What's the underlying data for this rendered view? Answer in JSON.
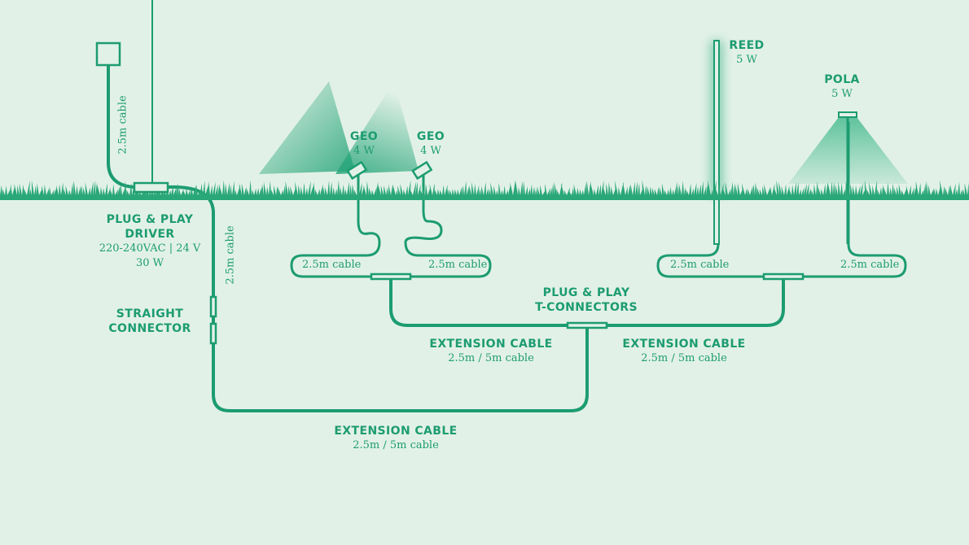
{
  "colors": {
    "background": "#e2f1e8",
    "line": "#1c9c71",
    "grass": "#29a778",
    "light_beam": "#5fc49c"
  },
  "driver": {
    "title_line1": "PLUG & PLAY",
    "title_line2": "DRIVER",
    "spec": "220-240VAC | 24 V",
    "power": "30 W",
    "cable_label": "2.5m cable"
  },
  "straight_connector": {
    "line1": "STRAIGHT",
    "line2": "CONNECTOR",
    "cable_label": "2.5m cable"
  },
  "lights": {
    "geo_left": {
      "name": "GEO",
      "power": "4 W"
    },
    "geo_right": {
      "name": "GEO",
      "power": "4 W"
    },
    "reed": {
      "name": "REED",
      "power": "5 W"
    },
    "pola": {
      "name": "POLA",
      "power": "5 W"
    }
  },
  "cable_labels": {
    "geo_left": "2.5m cable",
    "geo_right": "2.5m cable",
    "reed": "2.5m cable",
    "pola": "2.5m cable"
  },
  "t_connectors": {
    "line1": "PLUG & PLAY",
    "line2": "T-CONNECTORS"
  },
  "extension_cables": {
    "left": {
      "title": "EXTENSION CABLE",
      "sub": "2.5m / 5m cable"
    },
    "right": {
      "title": "EXTENSION CABLE",
      "sub": "2.5m / 5m cable"
    },
    "bottom": {
      "title": "EXTENSION CABLE",
      "sub": "2.5m / 5m cable"
    }
  }
}
